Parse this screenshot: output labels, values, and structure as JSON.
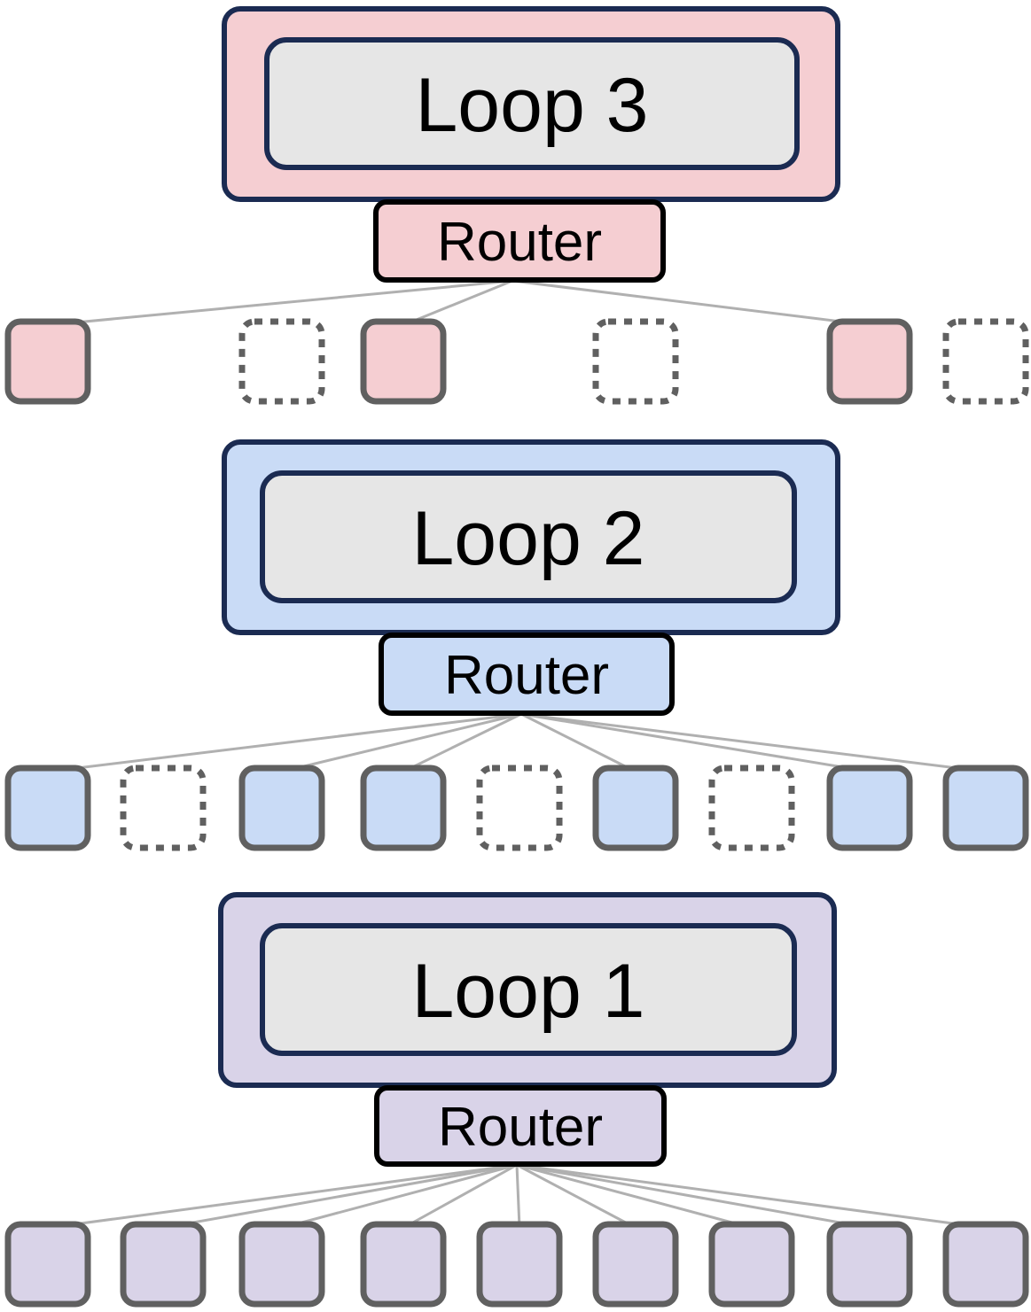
{
  "loops": [
    {
      "label": "Loop 3",
      "router_label": "Router",
      "fill": "#f5ced2",
      "tokens": [
        "active",
        "skipped",
        "active",
        "skipped",
        "active",
        "skipped"
      ],
      "token_columns": [
        0,
        2,
        3,
        5,
        7,
        8
      ]
    },
    {
      "label": "Loop 2",
      "router_label": "Router",
      "fill": "#c9dbf6",
      "tokens": [
        "active",
        "skipped",
        "active",
        "active",
        "skipped",
        "active",
        "skipped",
        "active",
        "active"
      ],
      "token_columns": [
        0,
        1,
        2,
        3,
        4,
        5,
        6,
        7,
        8
      ]
    },
    {
      "label": "Loop 1",
      "router_label": "Router",
      "fill": "#d9d3e8",
      "tokens": [
        "active",
        "active",
        "active",
        "active",
        "active",
        "active",
        "active",
        "active",
        "active"
      ],
      "token_columns": [
        0,
        1,
        2,
        3,
        4,
        5,
        6,
        7,
        8
      ]
    }
  ],
  "colors": {
    "inner_box": "#e6e6e6",
    "outer_border": "#1b2b52",
    "token_border": "#606060",
    "connector": "#b0b0b0"
  }
}
